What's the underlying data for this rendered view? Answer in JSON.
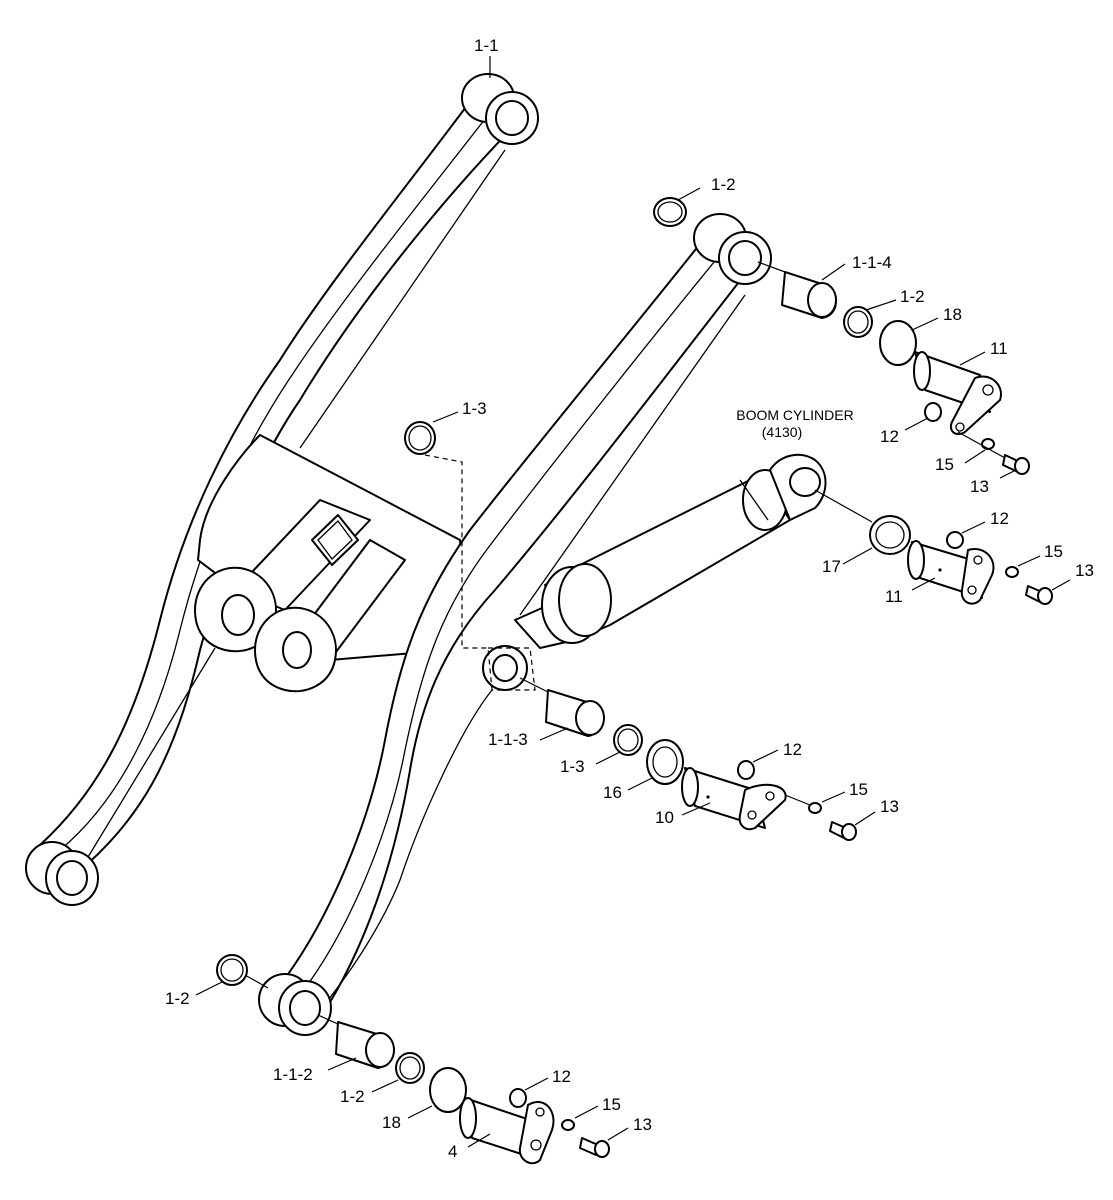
{
  "diagram": {
    "annotation": {
      "line1": "BOOM CYLINDER",
      "line2": "(4130)"
    },
    "labels": {
      "p1_1": "1-1",
      "p1_2_top": "1-2",
      "p1_1_4": "1-1-4",
      "p1_2_mid": "1-2",
      "p18_top": "18",
      "p11_top": "11",
      "p12_top": "12",
      "p15_top": "15",
      "p13_top": "13",
      "p1_3_top": "1-3",
      "p17": "17",
      "p12_mid": "12",
      "p15_mid": "15",
      "p13_mid": "13",
      "p11_mid": "11",
      "p12_low": "12",
      "p1_1_3": "1-1-3",
      "p1_3_low": "1-3",
      "p16": "16",
      "p15_low": "15",
      "p13_low": "13",
      "p10": "10",
      "p1_2_bot_left": "1-2",
      "p1_1_2": "1-1-2",
      "p1_2_bot": "1-2",
      "p12_bot": "12",
      "p15_bot": "15",
      "p13_bot": "13",
      "p18_bot": "18",
      "p4": "4"
    }
  }
}
